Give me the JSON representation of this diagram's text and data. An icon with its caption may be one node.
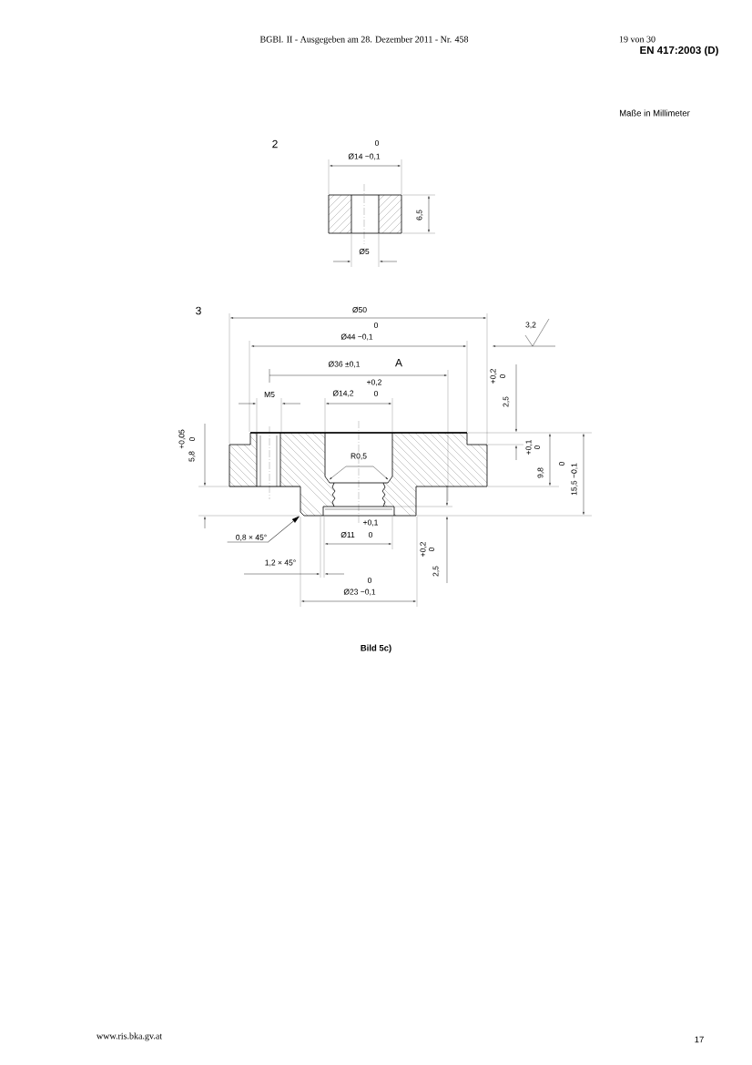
{
  "diagram": {
    "caption": "Bild 5c)",
    "nodes": [
      {
        "text": [
          "0,8 × 45°"
        ]
      },
      {
        "text": [],
        "shape": "chamfer"
      }
    ],
    "edges": [
      {
        "from": 0,
        "to": 1,
        "arrow": "to"
      }
    ],
    "labels": [
      "BGBl. II - Ausgegeben am 28. Dezember 2011 - Nr. 458",
      "19 von 30",
      "EN 417:2003 (D)",
      "Maße in Millimeter",
      "2",
      "0",
      "Ø14 −0,1",
      "6,5",
      "Ø5",
      "3",
      "Ø50",
      "0",
      "Ø44 −0,1",
      "3,2",
      "Ø36 ±0,1",
      "A",
      "+0,2",
      "M5",
      "Ø14,2",
      "0",
      "+0,2",
      "0",
      "2,5",
      "+0,05",
      "5,8",
      "0",
      "R0,5",
      "+0,1",
      "0",
      "9,8",
      "0",
      "15,5 −0,1",
      "+0,1",
      "Ø11",
      "0",
      "+0,2",
      "0",
      "2,5",
      "1,2 × 45°",
      "0",
      "Ø23 −0,1",
      "www.ris.bka.gv.at",
      "17"
    ]
  }
}
